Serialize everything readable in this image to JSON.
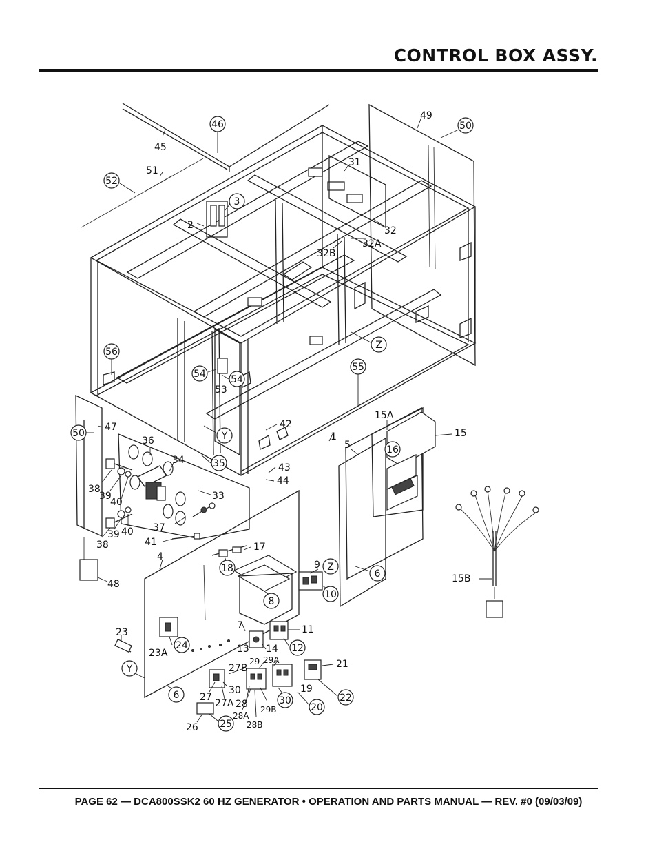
{
  "header": {
    "title": "CONTROL BOX ASSY."
  },
  "footer": {
    "text": "PAGE 62 — DCA800SSK2 60 HZ GENERATOR • OPERATION AND PARTS MANUAL — REV. #0 (09/03/09)"
  },
  "callouts": {
    "c46": "46",
    "c45": "45",
    "c51": "51",
    "c52": "52",
    "c49": "49",
    "c50a": "50",
    "c31": "31",
    "c3": "3",
    "c2": "2",
    "c32": "32",
    "c32a": "32A",
    "c32b": "32B",
    "cz1": "Z",
    "c56": "56",
    "c54a": "54",
    "c54b": "54",
    "c53": "53",
    "c55": "55",
    "cy1": "Y",
    "c50b": "50",
    "c47": "47",
    "c36": "36",
    "c34": "34",
    "c35": "35",
    "c42": "42",
    "c1": "1",
    "c43": "43",
    "c44": "44",
    "c38a": "38",
    "c39a": "39",
    "c40a": "40",
    "c33": "33",
    "c38b": "38",
    "c39b": "39",
    "c40b": "40",
    "c37": "37",
    "c41": "41",
    "c15a": "15A",
    "c15": "15",
    "c16": "16",
    "c5": "5",
    "c48": "48",
    "c4": "4",
    "c17": "17",
    "c18": "18",
    "c9": "9",
    "cz2": "Z",
    "c6a": "6",
    "c8": "8",
    "c10": "10",
    "c15b": "15B",
    "c7": "7",
    "c11": "11",
    "c23": "23",
    "c24": "24",
    "c23a": "23A",
    "c13": "13",
    "c14": "14",
    "c12": "12",
    "c29": "29",
    "c29a": "29A",
    "c21": "21",
    "c27b": "27B",
    "cy2": "Y",
    "c6b": "6",
    "c27": "27",
    "c30a": "30",
    "c27a": "27A",
    "c28": "28",
    "c30b": "30",
    "c19": "19",
    "c20": "20",
    "c22": "22",
    "c29b": "29B",
    "c28a": "28A",
    "c28b": "28B",
    "c26": "26",
    "c25": "25"
  }
}
